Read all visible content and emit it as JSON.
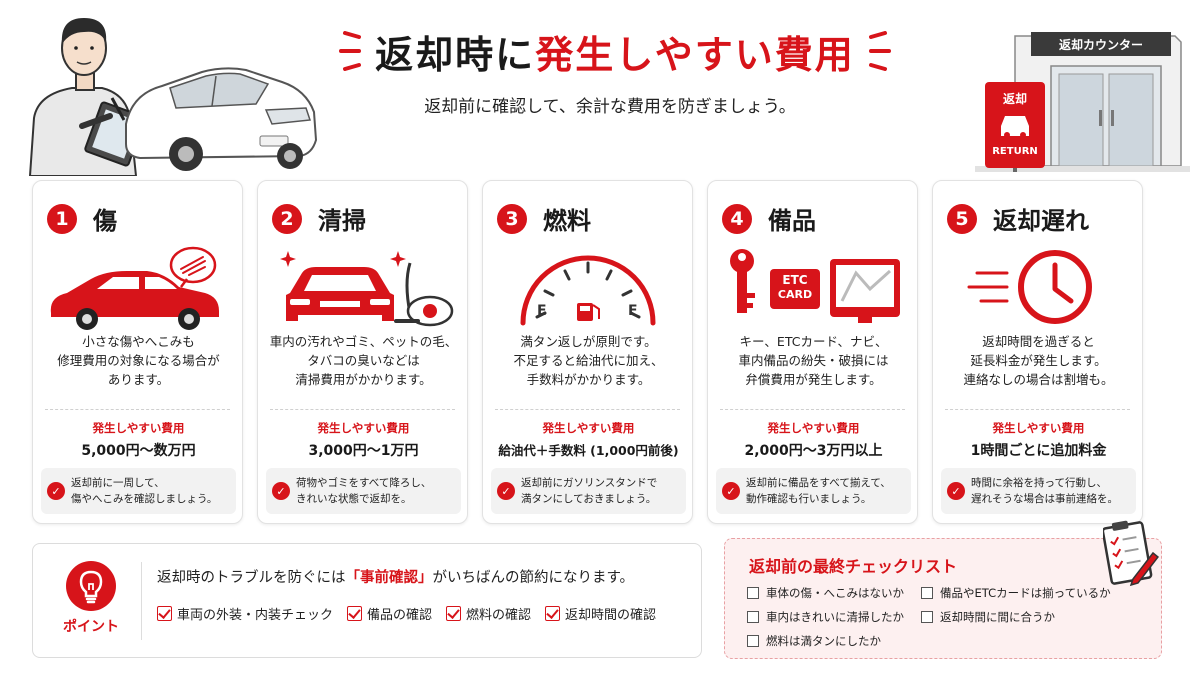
{
  "header": {
    "title_part1": "返却時に",
    "title_part2": "発生しやすい費用",
    "subtitle": "返却前に確認して、余計な費用を防ぎましょう。"
  },
  "counter_sign": {
    "building_label": "返却カウンター",
    "sign_top": "返却",
    "sign_bottom": "RETURN"
  },
  "cards": [
    {
      "number": "1",
      "title": "傷",
      "desc": [
        "小さな傷やへこみも",
        "修理費用の対象になる場合が",
        "あります。"
      ],
      "cost_label": "発生しやすい費用",
      "cost_value": "5,000円〜数万円",
      "tip": [
        "返却前に一周して、",
        "傷やへこみを確認しましょう。"
      ]
    },
    {
      "number": "2",
      "title": "清掃",
      "desc": [
        "車内の汚れやゴミ、ペットの毛、",
        "タバコの臭いなどは",
        "清掃費用がかかります。"
      ],
      "cost_label": "発生しやすい費用",
      "cost_value": "3,000円〜1万円",
      "tip": [
        "荷物やゴミをすべて降ろし、",
        "きれいな状態で返却を。"
      ]
    },
    {
      "number": "3",
      "title": "燃料",
      "desc": [
        "満タン返しが原則です。",
        "不足すると給油代に加え、",
        "手数料がかかります。"
      ],
      "cost_label": "発生しやすい費用",
      "cost_value": "給油代＋手数料 (1,000円前後)",
      "gauge_e": "E",
      "gauge_f": "F",
      "tip": [
        "返却前にガソリンスタンドで",
        "満タンにしておきましょう。"
      ]
    },
    {
      "number": "4",
      "title": "備品",
      "desc": [
        "キー、ETCカード、ナビ、",
        "車内備品の紛失・破損には",
        "弁償費用が発生します。"
      ],
      "cost_label": "発生しやすい費用",
      "cost_value": "2,000円〜3万円以上",
      "etc_line1": "ETC",
      "etc_line2": "CARD",
      "tip": [
        "返却前に備品をすべて揃えて、",
        "動作確認も行いましょう。"
      ]
    },
    {
      "number": "5",
      "title": "返却遅れ",
      "desc": [
        "返却時間を過ぎると",
        "延長料金が発生します。",
        "連絡なしの場合は割増も。"
      ],
      "cost_label": "発生しやすい費用",
      "cost_value": "1時間ごとに追加料金",
      "tip": [
        "時間に余裕を持って行動し、",
        "遅れそうな場合は事前連絡を。"
      ]
    }
  ],
  "point": {
    "label": "ポイント",
    "text_before": "返却時のトラブルを防ぐには",
    "text_highlight": "「事前確認」",
    "text_after": "がいちばんの節約になります。",
    "checks": [
      "車両の外装・内装チェック",
      "備品の確認",
      "燃料の確認",
      "返却時間の確認"
    ]
  },
  "checklist": {
    "title": "返却前の最終チェックリスト",
    "items": [
      "車体の傷・へこみはないか",
      "備品やETCカードは揃っているか",
      "車内はきれいに清掃したか",
      "返却時間に間に合うか",
      "燃料は満タンにしたか"
    ]
  },
  "colors": {
    "accent": "#d7141a",
    "card_border": "#e2e2e2",
    "tip_bg": "#f2f2f2",
    "checklist_bg": "#fdf0f0"
  }
}
